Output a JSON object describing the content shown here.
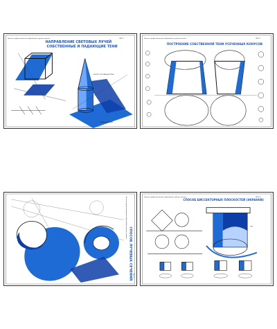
{
  "colors": {
    "blue": "#1f6bd6",
    "dark_blue": "#0d3ea8",
    "light_blue": "#6ea8ff",
    "line": "#222222"
  },
  "sheets": [
    {
      "org": "Высшее профессиональное образование художественное",
      "title_line1": "НАПРАВЛЕНИЕ СВЕТОВЫХ ЛУЧЕЙ",
      "title_line2": "СОБСТВЕННЫЕ И ПАДАЮЩИЕ ТЕНИ",
      "sheet_no": "ЛИСТ 1"
    },
    {
      "org": "Высшее профессиональное образование художественное",
      "title": "ПОСТРОЕНИЕ СОБСТВЕННОЙ ТЕНИ УСЕЧЕННЫХ КОНУСОВ",
      "sheet_no": "ЛИСТ 2"
    },
    {
      "org": "Высшее профессиональное образование художественное",
      "title": "СПОСОБ ЛУЧЕВЫХ СЕЧЕНИЙ",
      "sheet_no": "ЛИСТ 3"
    },
    {
      "org": "Высшее профессиональное образование художественное",
      "title": "СПОСОБ БИССЕКТОРНЫХ ПЛОСКОСТЕЙ (ЭКРАНОВ)",
      "sheet_no": "ЛИСТ 4"
    }
  ]
}
